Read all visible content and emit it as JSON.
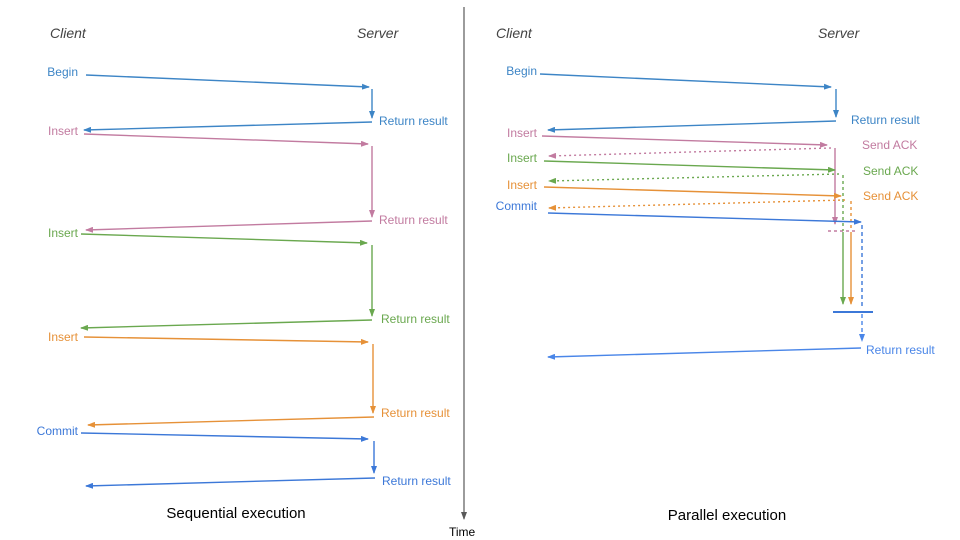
{
  "panels": {
    "left": {
      "title": "Sequential execution",
      "client_header": "Client",
      "server_header": "Server",
      "ops": [
        {
          "label": "Begin",
          "result": "Return result"
        },
        {
          "label": "Insert",
          "result": "Return result"
        },
        {
          "label": "Insert",
          "result": "Return result"
        },
        {
          "label": "Insert",
          "result": "Return result"
        },
        {
          "label": "Commit",
          "result": "Return result"
        }
      ]
    },
    "right": {
      "title": "Parallel execution",
      "client_header": "Client",
      "server_header": "Server",
      "ops": [
        {
          "label": "Begin",
          "result": "Return result"
        },
        {
          "label": "Insert",
          "result": "Send ACK"
        },
        {
          "label": "Insert",
          "result": "Send ACK"
        },
        {
          "label": "Insert",
          "result": "Send ACK"
        },
        {
          "label": "Commit",
          "result": "Return result"
        }
      ],
      "final_result": "Return result"
    }
  },
  "time_axis": {
    "label": "Time"
  },
  "colors": {
    "begin_blue": "#3d85c6",
    "pink": "#c27ba0",
    "green": "#6aa84f",
    "orange": "#e69138",
    "commit_blue": "#3c78d8",
    "return_blue": "#4a86e8",
    "axis_gray": "#595959",
    "header_gray": "#434343"
  }
}
